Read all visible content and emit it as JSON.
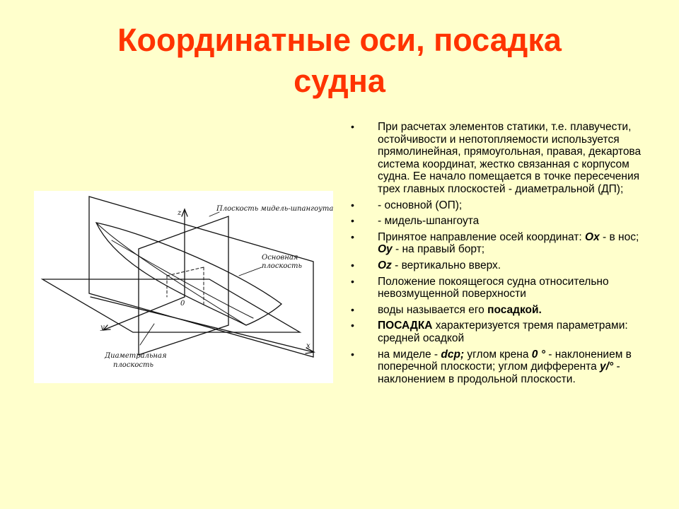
{
  "slide": {
    "title_line1": "Координатные оси, посадка",
    "title_line2": "судна"
  },
  "diagram": {
    "label_plane_midship": "Плоскость мидель-шпангоута",
    "label_base_plane_1": "Основная",
    "label_base_plane_2": "плоскость",
    "label_center_plane_1": "Диаметральная",
    "label_center_plane_2": "плоскость",
    "axis_z": "z",
    "axis_y": "y",
    "axis_x": "x",
    "origin": "0"
  },
  "bullets": [
    {
      "text": "При расчетах элементов статики, т.е. плавучести, остойчивости и непотопляемости используется прямолинейная, прямоугольная, правая, декартова система координат, жестко связанная с корпусом судна. Ее начало помещается в точке пересечения трех главных плоскостей - диаметральной (ДП);"
    },
    {
      "text": "- основной (ОП);"
    },
    {
      "text": "- мидель-шпангоута"
    },
    {
      "p1": "Принятое направление осей координат: ",
      "b1": "Ох",
      "p2": " - в нос; ",
      "b2": "Оу",
      "p3": " - на правый борт;"
    },
    {
      "b1": "Oz",
      "p1": " - вертикально вверх."
    },
    {
      "text": "Положение покоящегося судна относительно невозмущенной поверхности"
    },
    {
      "p1": "воды называется его ",
      "b1": "посадкой."
    },
    {
      "b1": "ПОСАДКА",
      "p1": " характеризуется тремя параметрами: средней осадкой"
    },
    {
      "p1": "на миделе - ",
      "b1": "dcp;",
      "p2": " углом крена ",
      "b2": "0 °",
      "p3": " - наклонением в поперечной плоскости; углом дифферента ",
      "b3": "у/°",
      "p4": " - наклонением в продольной плоскости."
    }
  ]
}
